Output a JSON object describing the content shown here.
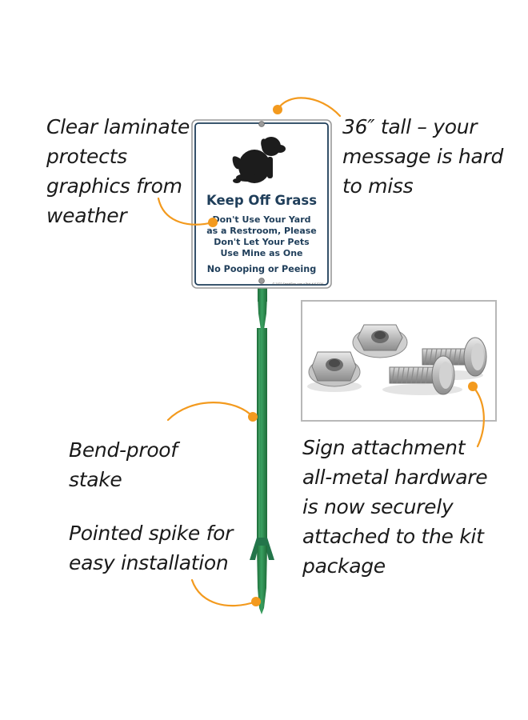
{
  "sign": {
    "title": "Keep Off Grass",
    "lines": [
      "Don't Use Your Yard",
      "as a Restroom, Please",
      "Don't Let Your Pets",
      "Use Mine as One"
    ],
    "footer": "No Pooping or Peeing",
    "fine_print": "© 2022 SmartSign.com • Part # K-5234",
    "icon": "dog-pooping-icon"
  },
  "callouts": {
    "laminate": "Clear laminate\nprotects\ngraphics from\nweather",
    "tall": "36″ tall – your\nmessage is hard\nto miss",
    "stake": "Bend-proof\nstake",
    "spike": "Pointed spike for\neasy installation",
    "hardware": "Sign attachment\nall-metal hardware\nis now securely\nattached to the kit\npackage"
  },
  "colors": {
    "accent_orange": "#f39a1e",
    "stake_green": "#2e8a4e",
    "sign_text": "#1f3e5a",
    "photo_border": "#b8b8b8"
  }
}
